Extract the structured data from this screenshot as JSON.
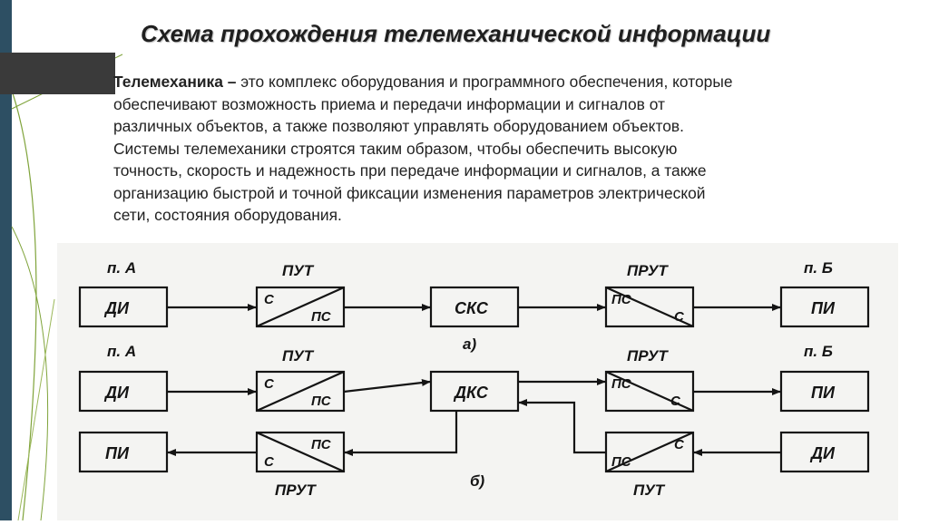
{
  "title": "Схема прохождения телемеханической информации",
  "intro": {
    "term": "Телемеханика –",
    "line1": "это комплекс оборудования и программного обеспечения, которые",
    "line2": "обеспечивают возможность приема и передачи информации и сигналов от",
    "line3": "различных объектов, а также позволяют управлять оборудованием объектов.",
    "line4": "Системы телемеханики строятся таким образом, чтобы обеспечить высокую",
    "line5": "точность, скорость и надежность при передаче информации и сигналов, а также",
    "line6": "организацию быстрой и точной фиксации изменения параметров электрической",
    "line7": "сети, состояния оборудования."
  },
  "diagram": {
    "a": {
      "label": "а)",
      "point_a": "п. А",
      "point_b": "п. Б",
      "di": "ДИ",
      "put": "ПУТ",
      "put_in": "С",
      "put_out": "ПС",
      "sks": "СКС",
      "prut": "ПРУТ",
      "prut_in": "ПС",
      "prut_out": "С",
      "pi": "ПИ"
    },
    "b": {
      "label": "б)",
      "point_a": "п. А",
      "point_b": "п. Б",
      "di_top": "ДИ",
      "put_top": "ПУТ",
      "put_top_in": "С",
      "put_top_out": "ПС",
      "dks": "ДКС",
      "prut_top": "ПРУТ",
      "prut_top_in": "ПС",
      "prut_top_out": "С",
      "pi_top": "ПИ",
      "pi_bottom": "ПИ",
      "prut_bottom": "ПРУТ",
      "prut_bottom_in": "ПС",
      "prut_bottom_out": "С",
      "put_bottom": "ПУТ",
      "put_bottom_in": "С",
      "put_bottom_out": "ПС",
      "di_bottom": "ДИ"
    }
  }
}
